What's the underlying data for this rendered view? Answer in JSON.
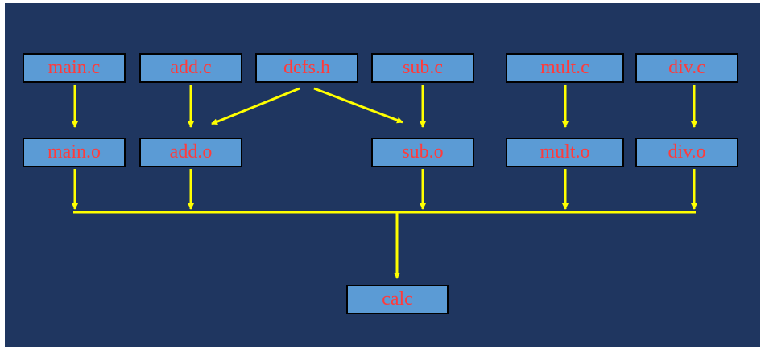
{
  "nodes": {
    "main_c": "main.c",
    "add_c": "add.c",
    "defs_h": "defs.h",
    "sub_c": "sub.c",
    "mult_c": "mult.c",
    "div_c": "div.c",
    "main_o": "main.o",
    "add_o": "add.o",
    "sub_o": "sub.o",
    "mult_o": "mult.o",
    "div_o": "div.o",
    "calc": "calc"
  },
  "edges": [
    [
      "main_c",
      "main_o"
    ],
    [
      "add_c",
      "add_o"
    ],
    [
      "defs_h",
      "add_o"
    ],
    [
      "defs_h",
      "sub_o"
    ],
    [
      "sub_c",
      "sub_o"
    ],
    [
      "mult_c",
      "mult_o"
    ],
    [
      "div_c",
      "div_o"
    ],
    [
      "main_o",
      "calc"
    ],
    [
      "add_o",
      "calc"
    ],
    [
      "sub_o",
      "calc"
    ],
    [
      "mult_o",
      "calc"
    ],
    [
      "div_o",
      "calc"
    ]
  ],
  "colors": {
    "background": "#1f3660",
    "node_fill": "#5b9bd5",
    "node_text": "#ff3b3b",
    "edge": "#ffff00"
  }
}
